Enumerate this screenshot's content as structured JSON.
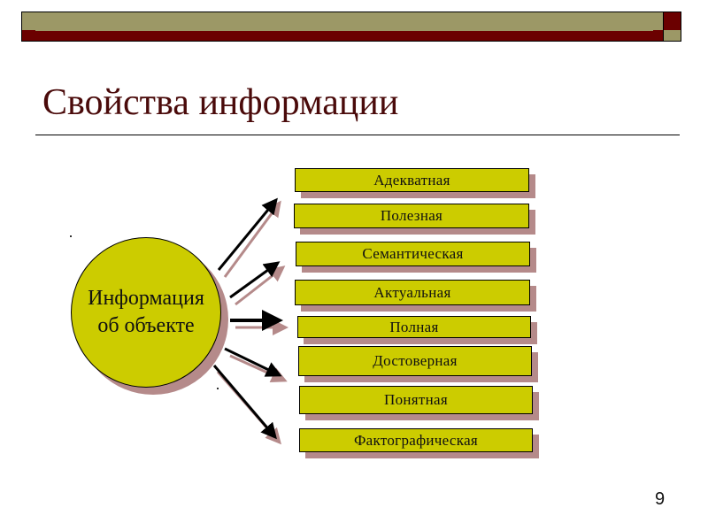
{
  "slide": {
    "title": "Свойства информации",
    "page_number": "9",
    "colors": {
      "header_olive": "#9c9866",
      "header_red": "#6b0000",
      "title_text": "#4a0a0a",
      "node_fill": "#cccc00",
      "shadow": "#b58a8a"
    }
  },
  "diagram": {
    "center_node": {
      "line1": "Информация",
      "line2": "об объекте"
    },
    "properties": [
      {
        "label": "Адекватная"
      },
      {
        "label": "Полезная"
      },
      {
        "label": "Семантическая"
      },
      {
        "label": "Актуальная"
      },
      {
        "label": "Полная"
      },
      {
        "label": "Достоверная"
      },
      {
        "label": "Понятная"
      },
      {
        "label": "Фактографическая"
      }
    ]
  }
}
